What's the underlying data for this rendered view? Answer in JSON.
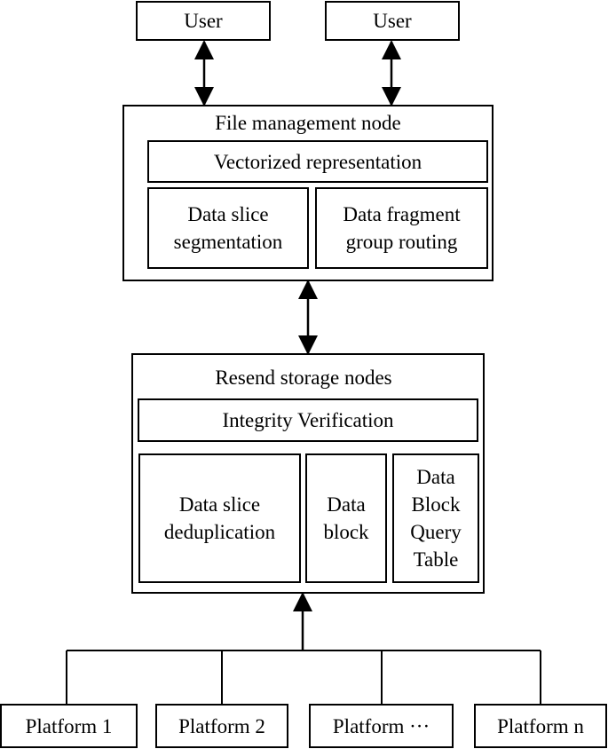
{
  "users": [
    "User",
    "User"
  ],
  "file_management_node": {
    "title": "File management node",
    "vectorized": "Vectorized representation",
    "slice_segmentation": "Data slice\nsegmentation",
    "fragment_routing": "Data fragment\ngroup routing"
  },
  "storage_nodes": {
    "title": "Resend storage nodes",
    "integrity": "Integrity Verification",
    "deduplication": "Data slice\ndeduplication",
    "data_block": "Data\nblock",
    "query_table": "Data\nBlock\nQuery\nTable"
  },
  "platforms": [
    "Platform 1",
    "Platform 2",
    "Platform ···",
    "Platform n"
  ]
}
